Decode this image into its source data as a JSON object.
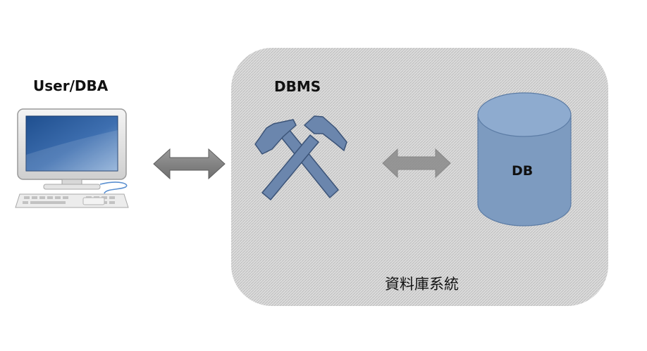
{
  "labels": {
    "user": "User/DBA",
    "dbms": "DBMS",
    "db": "DB",
    "system": "資料庫系統"
  },
  "icons": {
    "computer": "computer-icon",
    "tools": "hammer-tools-icon",
    "database": "database-cylinder-icon",
    "arrow_left": "double-arrow-icon",
    "arrow_right": "double-arrow-icon"
  },
  "colors": {
    "system_background": "#d0d0d0",
    "arrow": "#808080",
    "tools": "#6b86ad",
    "database": "#7d9bc0",
    "screen": "#2f5a97"
  }
}
